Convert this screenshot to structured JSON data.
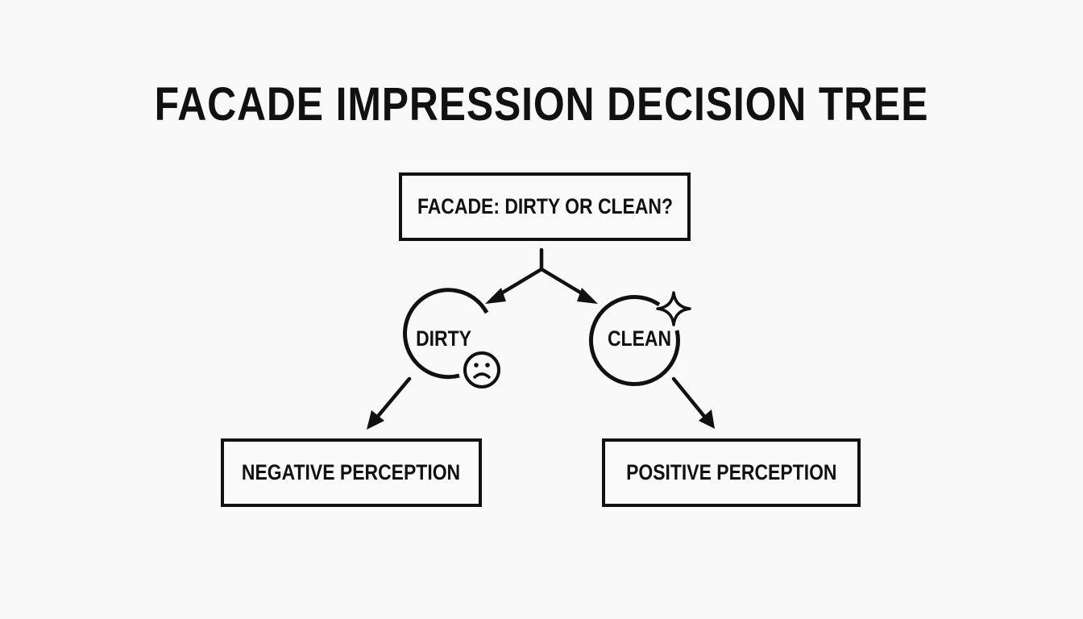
{
  "title": "FACADE IMPRESSION DECISION TREE",
  "nodes": {
    "root": {
      "label": "FACADE: DIRTY OR CLEAN?"
    },
    "dirty": {
      "label": "DIRTY",
      "icon": "sad-face-icon"
    },
    "clean": {
      "label": "CLEAN",
      "icon": "sparkle-icon"
    },
    "negative": {
      "label": "NEGATIVE PERCEPTION"
    },
    "positive": {
      "label": "POSITIVE PERCEPTION"
    }
  },
  "edges": [
    {
      "from": "root",
      "to": "dirty"
    },
    {
      "from": "root",
      "to": "clean"
    },
    {
      "from": "dirty",
      "to": "negative"
    },
    {
      "from": "clean",
      "to": "positive"
    }
  ],
  "colors": {
    "background": "#f9f9f9",
    "stroke": "#111111"
  }
}
